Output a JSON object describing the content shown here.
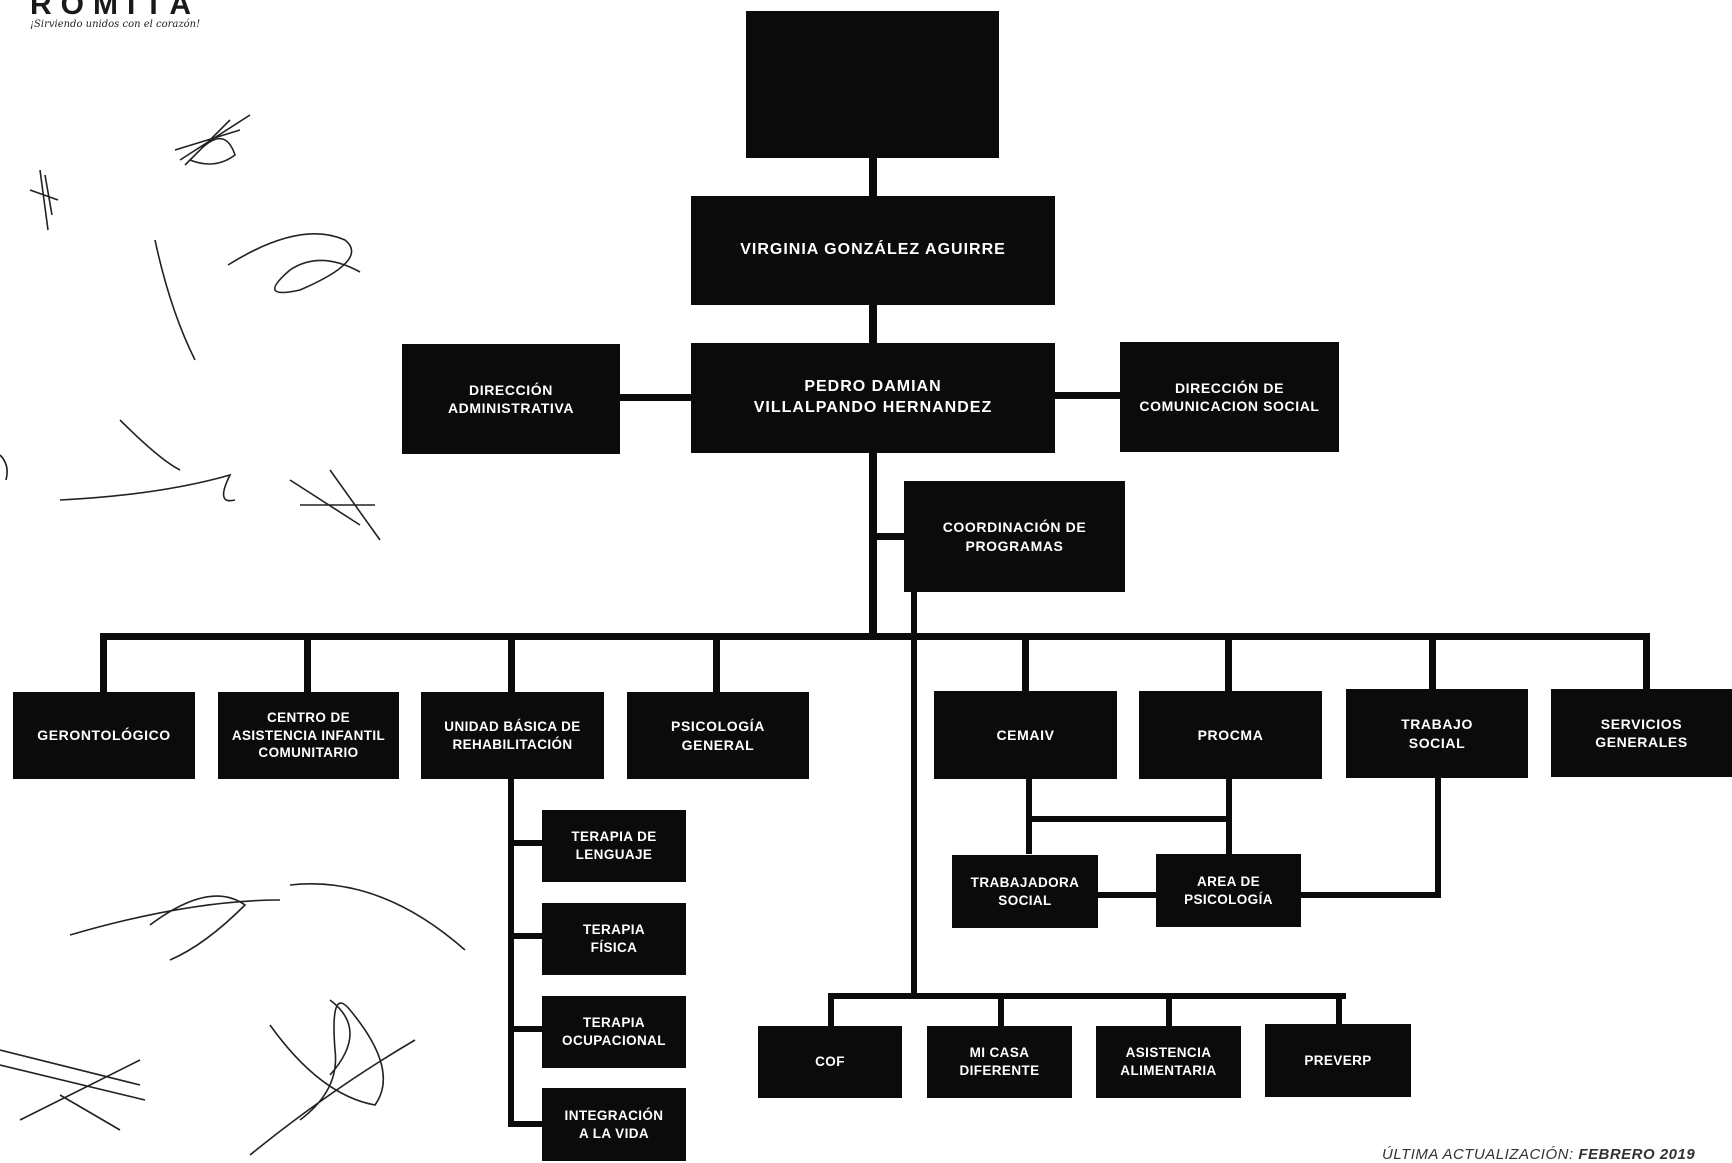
{
  "header": {
    "logo_text": "ROMITA",
    "tagline": "¡Sirviendo unidos con el corazón!"
  },
  "boxes": {
    "virginia": "VIRGINIA GONZÁLEZ AGUIRRE",
    "pedro": "PEDRO DAMIAN\nVILLALPANDO HERNANDEZ",
    "dir_admin": "DIRECCIÓN\nADMINISTRATIVA",
    "dir_com": "DIRECCIÓN DE\nCOMUNICACION SOCIAL",
    "coord": "COORDINACIÓN DE\nPROGRAMAS",
    "geronto": "GERONTOLÓGICO",
    "caic": "CENTRO DE\nASISTENCIA INFANTIL\nCOMUNITARIO",
    "ubr": "UNIDAD BÁSICA DE\nREHABILITACIÓN",
    "psico_gen": "PSICOLOGÍA\nGENERAL",
    "cemaiv": "CEMAIV",
    "procma": "PROCMA",
    "trabajo_social": "TRABAJO\nSOCIAL",
    "servicios": "SERVICIOS\nGENERALES",
    "terapia_lenguaje": "TERAPIA DE\nLENGUAJE",
    "terapia_fisica": "TERAPIA\nFÍSICA",
    "terapia_ocupacional": "TERAPIA\nOCUPACIONAL",
    "integracion": "INTEGRACIÓN\nA LA VIDA",
    "trabajadora_social": "TRABAJADORA\nSOCIAL",
    "area_psico": "AREA DE\nPSICOLOGÍA",
    "cof": "COF",
    "mi_casa": "MI CASA\nDIFERENTE",
    "asistencia": "ASISTENCIA\nALIMENTARIA",
    "preverp": "PREVERP"
  },
  "footer": {
    "label": "ÚLTIMA ACTUALIZACIÓN:",
    "value": "FEBRERO 2019"
  },
  "colors": {
    "box_fill": "#0b0b0b",
    "box_text": "#ffffff",
    "background": "#ffffff"
  }
}
